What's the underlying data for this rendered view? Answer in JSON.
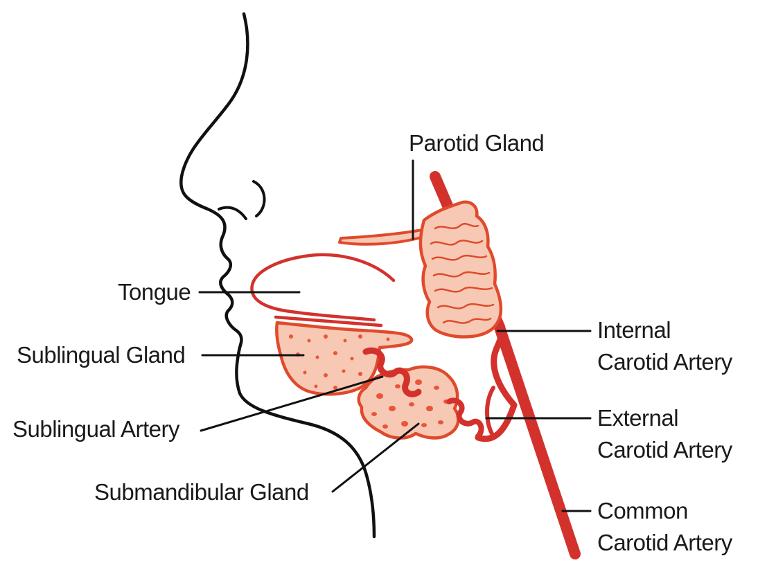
{
  "labels": {
    "parotid_gland": "Parotid Gland",
    "tongue": "Tongue",
    "sublingual_gland": "Sublingual Gland",
    "sublingual_artery": "Sublingual Artery",
    "submandibular_gland": "Submandibular Gland",
    "internal_carotid": [
      "Internal",
      "Carotid Artery"
    ],
    "external_carotid": [
      "External",
      "Carotid Artery"
    ],
    "common_carotid": [
      "Common",
      "Carotid Artery"
    ]
  },
  "colors": {
    "outline": "#111111",
    "artery": "#d3322c",
    "gland_fill": "#f7c9b4",
    "gland_stroke": "#e04a2c",
    "gland_dots": "#e8553a"
  }
}
